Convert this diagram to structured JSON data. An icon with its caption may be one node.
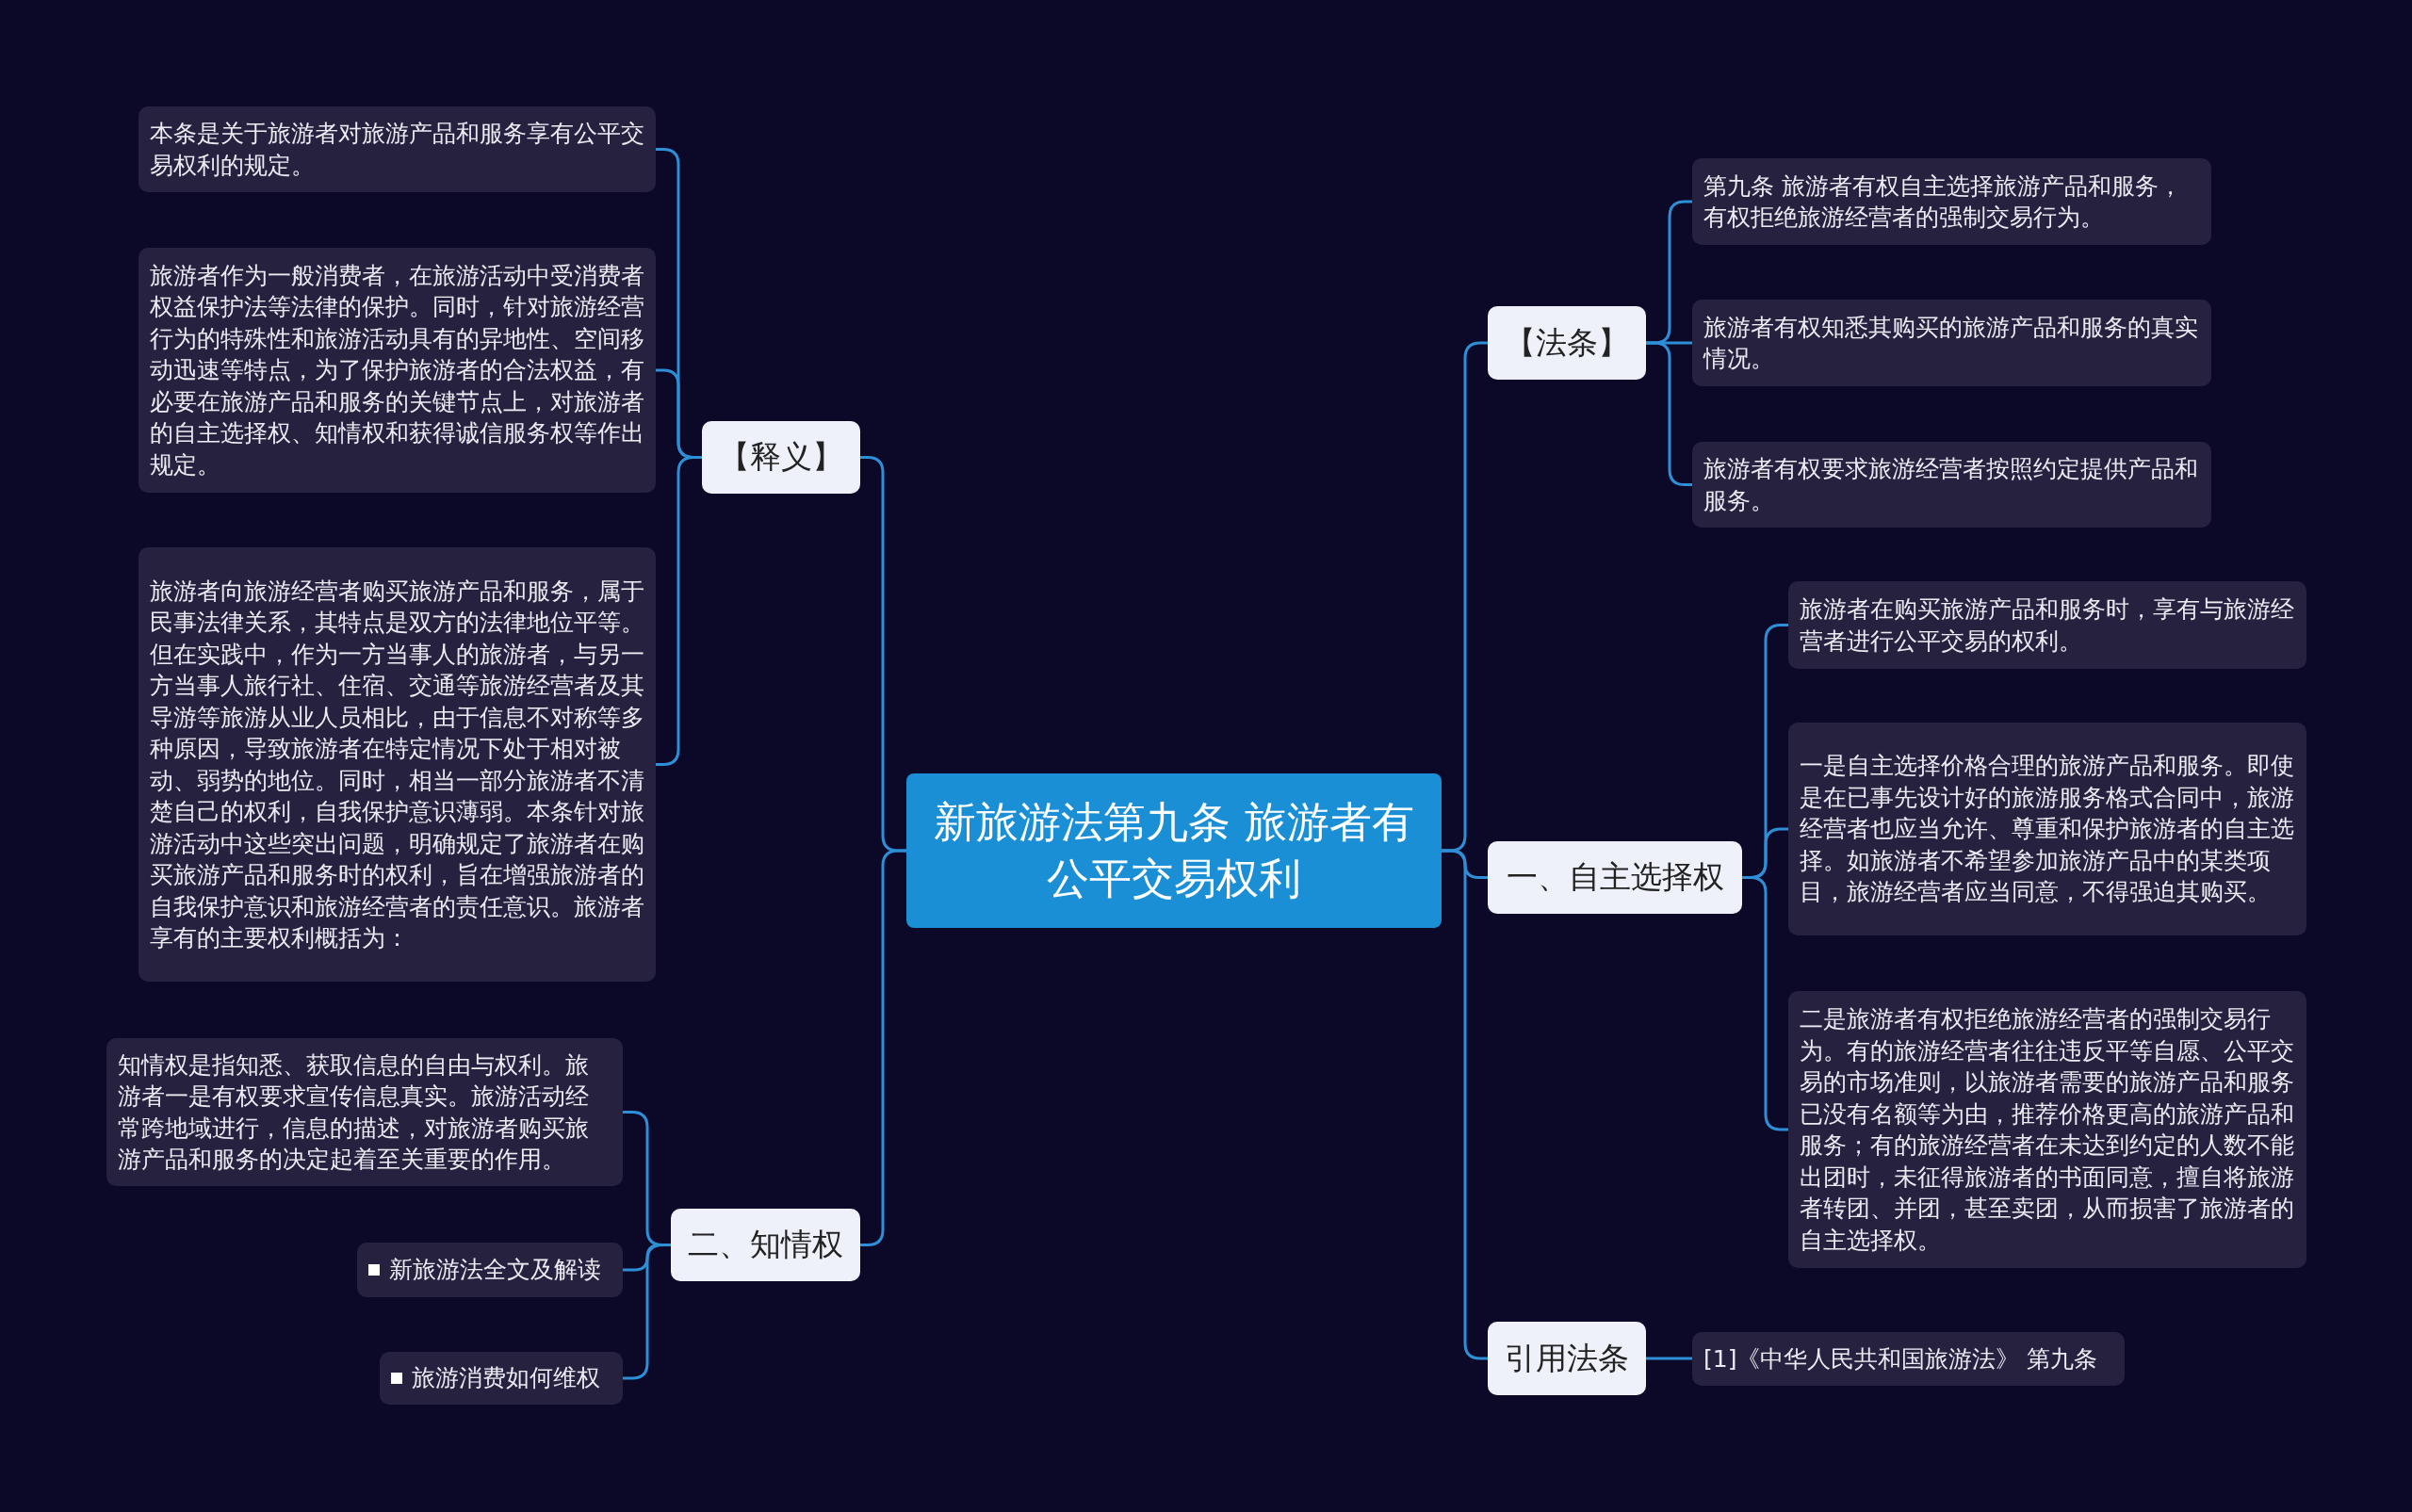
{
  "diagram": {
    "nodes": [
      {
        "text": [
          "新旅游法第九条  旅游者有公平交易权利"
        ]
      },
      {
        "text": [
          "【释义】"
        ]
      },
      {
        "text": [
          "本条是关于旅游者对旅游产品和服务享有公平交易权利的规定。"
        ]
      },
      {
        "text": [
          "旅游者作为一般消费者，在旅游活动中受消费者权益保护法等法律的保护。同时，针对旅游经营行为的特殊性和旅游活动具有的异地性、空间移动迅速等特点，为了保护旅游者的合法权益，有必要在旅游产品和服务的关键节点上，对旅游者的自主选择权、知情权和获得诚信服务权等作出规定。"
        ]
      },
      {
        "text": [
          "旅游者向旅游经营者购买旅游产品和服务，属于民事法律关系，其特点是双方的法律地位平等。但在实践中，作为一方当事人的旅游者，与另一方当事人旅行社、住宿、交通等旅游经营者及其导游等旅游从业人员相比，由于信息不对称等多种原因，导致旅游者在特定情况下处于相对被动、弱势的地位。同时，相当一部分旅游者不清楚自己的权利，自我保护意识薄弱。本条针对旅游活动中这些突出问题，明确规定了旅游者在购买旅游产品和服务时的权利，旨在增强旅游者的自我保护意识和旅游经营者的责任意识。旅游者享有的主要权利概括为："
        ]
      },
      {
        "text": [
          "二、知情权"
        ]
      },
      {
        "text": [
          "知情权是指知悉、获取信息的自由与权利。旅游者一是有权要求宣传信息真实。旅游活动经常跨地域进行，信息的描述，对旅游者购买旅游产品和服务的决定起着至关重要的作用。"
        ]
      },
      {
        "text": [
          "新旅游法全文及解读"
        ]
      },
      {
        "text": [
          "旅游消费如何维权"
        ]
      },
      {
        "text": [
          "【法条】"
        ]
      },
      {
        "text": [
          "第九条 旅游者有权自主选择旅游产品和服务，有权拒绝旅游经营者的强制交易行为。"
        ]
      },
      {
        "text": [
          "旅游者有权知悉其购买的旅游产品和服务的真实情况。"
        ]
      },
      {
        "text": [
          "旅游者有权要求旅游经营者按照约定提供产品和服务。"
        ]
      },
      {
        "text": [
          "一、自主选择权"
        ]
      },
      {
        "text": [
          "旅游者在购买旅游产品和服务时，享有与旅游经营者进行公平交易的权利。"
        ]
      },
      {
        "text": [
          "一是自主选择价格合理的旅游产品和服务。即使是在已事先设计好的旅游服务格式合同中，旅游经营者也应当允许、尊重和保护旅游者的自主选择。如旅游者不希望参加旅游产品中的某类项目，旅游经营者应当同意，不得强迫其购买。"
        ]
      },
      {
        "text": [
          "二是旅游者有权拒绝旅游经营者的强制交易行为。有的旅游经营者往往违反平等自愿、公平交易的市场准则，以旅游者需要的旅游产品和服务已没有名额等为由，推荐价格更高的旅游产品和服务；有的旅游经营者在未达到约定的人数不能出团时，未征得旅游者的书面同意，擅自将旅游者转团、并团，甚至卖团，从而损害了旅游者的自主选择权。"
        ]
      },
      {
        "text": [
          "引用法条"
        ]
      },
      {
        "text": [
          "[1]《中华人民共和国旅游法》 第九条"
        ]
      }
    ],
    "edges": [
      {
        "from": 0,
        "to": 1,
        "arrow": "none"
      },
      {
        "from": 1,
        "to": 2,
        "arrow": "none"
      },
      {
        "from": 1,
        "to": 3,
        "arrow": "none"
      },
      {
        "from": 1,
        "to": 4,
        "arrow": "none"
      },
      {
        "from": 0,
        "to": 5,
        "arrow": "none"
      },
      {
        "from": 5,
        "to": 6,
        "arrow": "none"
      },
      {
        "from": 5,
        "to": 7,
        "arrow": "none"
      },
      {
        "from": 5,
        "to": 8,
        "arrow": "none"
      },
      {
        "from": 0,
        "to": 9,
        "arrow": "none"
      },
      {
        "from": 9,
        "to": 10,
        "arrow": "none"
      },
      {
        "from": 9,
        "to": 11,
        "arrow": "none"
      },
      {
        "from": 9,
        "to": 12,
        "arrow": "none"
      },
      {
        "from": 0,
        "to": 13,
        "arrow": "none"
      },
      {
        "from": 13,
        "to": 14,
        "arrow": "none"
      },
      {
        "from": 13,
        "to": 15,
        "arrow": "none"
      },
      {
        "from": 13,
        "to": 16,
        "arrow": "none"
      },
      {
        "from": 0,
        "to": 17,
        "arrow": "none"
      },
      {
        "from": 17,
        "to": 18,
        "arrow": "none"
      }
    ]
  }
}
